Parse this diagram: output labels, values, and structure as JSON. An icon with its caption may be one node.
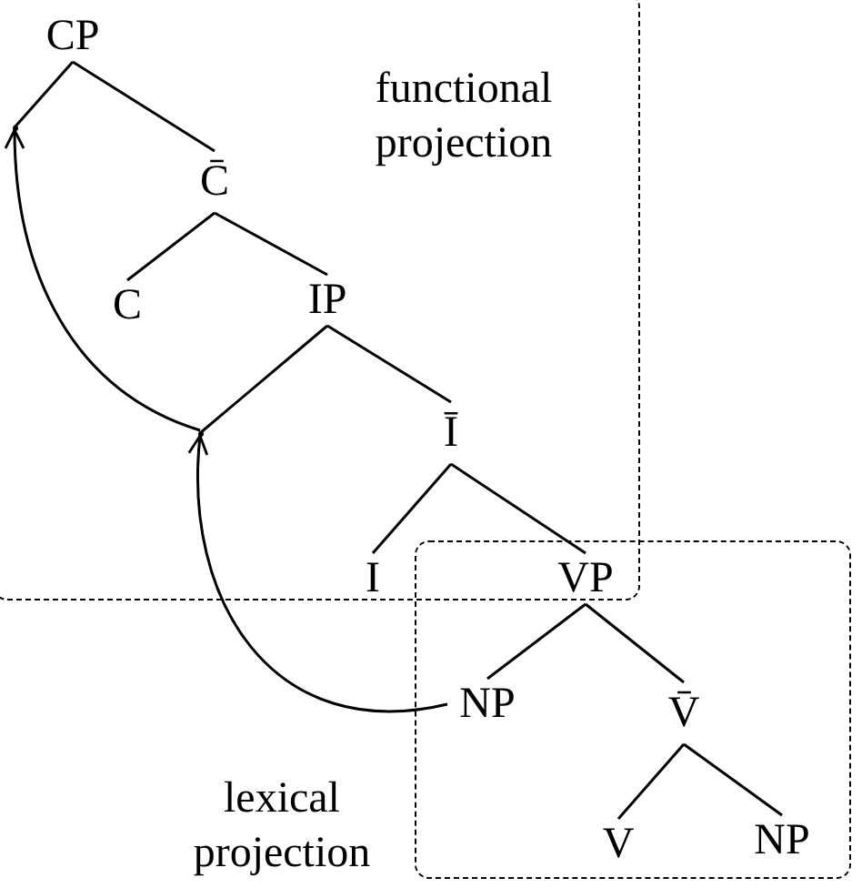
{
  "diagram": {
    "nodes": [
      {
        "text": [
          "CP"
        ]
      },
      {
        "text": [],
        "shape": "point"
      },
      {
        "text": [
          "C̄"
        ]
      },
      {
        "text": [
          "C"
        ]
      },
      {
        "text": [
          "IP"
        ]
      },
      {
        "text": [],
        "shape": "point"
      },
      {
        "text": [
          "Ī"
        ]
      },
      {
        "text": [
          "I"
        ]
      },
      {
        "text": [
          "VP"
        ]
      },
      {
        "text": [
          "NP"
        ]
      },
      {
        "text": [
          "V̄"
        ]
      },
      {
        "text": [
          "V"
        ]
      },
      {
        "text": [
          "NP"
        ]
      }
    ],
    "edges": [
      {
        "from": 0,
        "to": 1,
        "arrow": "none"
      },
      {
        "from": 0,
        "to": 2,
        "arrow": "none"
      },
      {
        "from": 2,
        "to": 3,
        "arrow": "none"
      },
      {
        "from": 2,
        "to": 4,
        "arrow": "none"
      },
      {
        "from": 4,
        "to": 5,
        "arrow": "none"
      },
      {
        "from": 4,
        "to": 6,
        "arrow": "none"
      },
      {
        "from": 6,
        "to": 7,
        "arrow": "none"
      },
      {
        "from": 6,
        "to": 8,
        "arrow": "none"
      },
      {
        "from": 8,
        "to": 9,
        "arrow": "none"
      },
      {
        "from": 8,
        "to": 10,
        "arrow": "none"
      },
      {
        "from": 10,
        "to": 11,
        "arrow": "none"
      },
      {
        "from": 10,
        "to": 12,
        "arrow": "none"
      },
      {
        "from": 9,
        "to": 5,
        "arrow": "to"
      },
      {
        "from": 5,
        "to": 1,
        "arrow": "to"
      }
    ],
    "labels": [
      "functional projection",
      "lexical projection"
    ]
  }
}
